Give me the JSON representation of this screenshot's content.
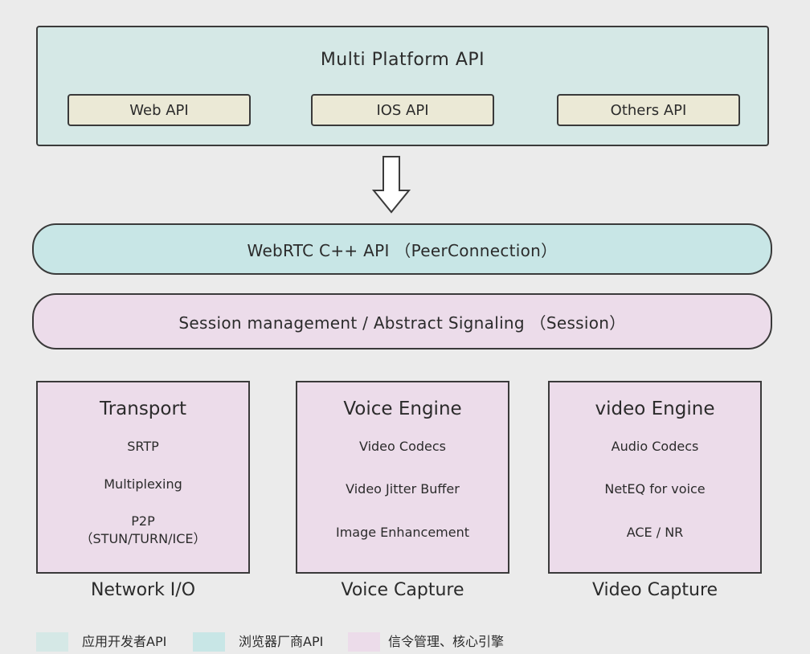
{
  "platform": {
    "title": "Multi Platform API",
    "apis": [
      "Web API",
      "IOS API",
      "Others API"
    ]
  },
  "layers": {
    "webrtc_api": "WebRTC C++ API （PeerConnection）",
    "session": "Session management / Abstract Signaling （Session）"
  },
  "engines": [
    {
      "title": "Transport",
      "items": [
        "SRTP",
        "Multiplexing",
        "P2P\n（STUN/TURN/ICE）"
      ],
      "caption": "Network I/O"
    },
    {
      "title": "Voice Engine",
      "items": [
        "Video Codecs",
        "Video Jitter Buffer",
        "Image Enhancement"
      ],
      "caption": "Voice Capture"
    },
    {
      "title": "video Engine",
      "items": [
        "Audio Codecs",
        "NetEQ for voice",
        "ACE / NR"
      ],
      "caption": "Video Capture"
    }
  ],
  "legend": [
    {
      "label": "应用开发者API",
      "color": "#d5e8e6"
    },
    {
      "label": "浏览器厂商API",
      "color": "#c8e6e6"
    },
    {
      "label": "信令管理、核心引擎",
      "color": "#ecdcea"
    }
  ],
  "colors": {
    "platform_bg": "#d5e8e6",
    "api_box_bg": "#ebe9d6",
    "webrtc_bg": "#c8e6e6",
    "session_bg": "#ecdcea",
    "engine_bg": "#ecdcea",
    "border": "#3a3a3a"
  }
}
